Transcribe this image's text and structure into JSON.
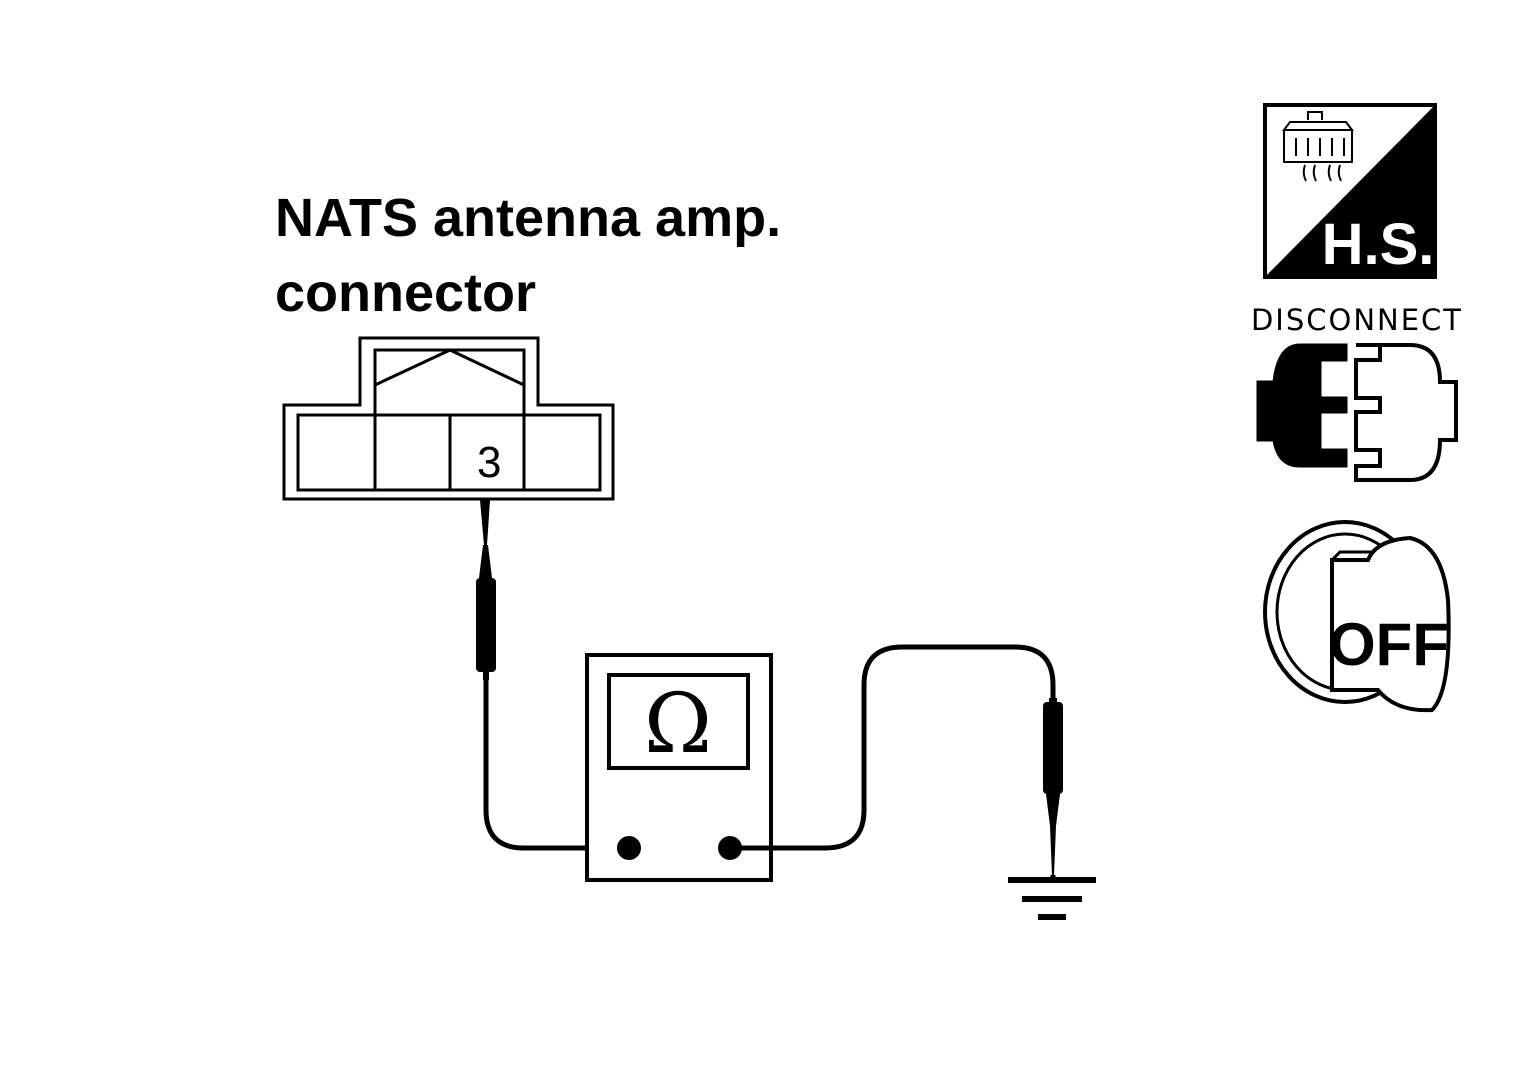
{
  "title": {
    "line1": "NATS antenna amp.",
    "line2": "connector"
  },
  "connector": {
    "pin_label": "3"
  },
  "meter": {
    "symbol": "Ω",
    "icon": "ohmmeter-icon"
  },
  "badges": {
    "harness_side": "H.S.",
    "disconnect": "DISCONNECT",
    "ignition": "OFF"
  },
  "colors": {
    "ink": "#000000",
    "paper": "#ffffff"
  }
}
